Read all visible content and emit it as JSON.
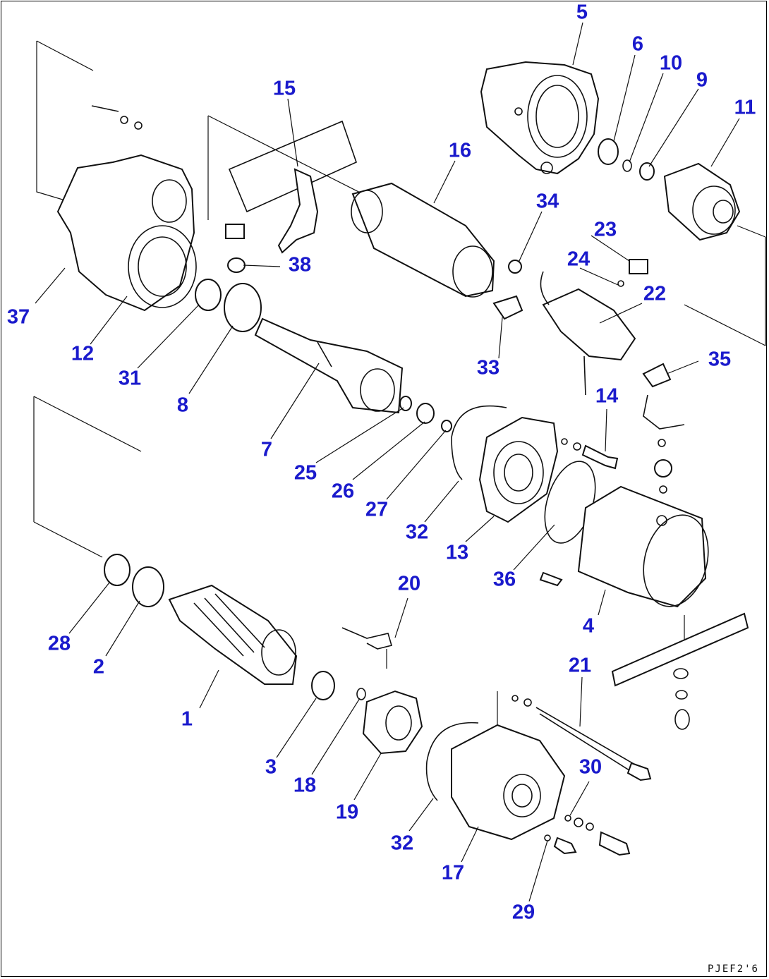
{
  "diagram": {
    "kind": "exploded parts diagram",
    "drawing_code": "PJEF2'6",
    "callout_color": "#1a1acc",
    "line_color": "#111111",
    "callouts": [
      {
        "id": "1",
        "label": "1"
      },
      {
        "id": "2",
        "label": "2"
      },
      {
        "id": "3",
        "label": "3"
      },
      {
        "id": "4",
        "label": "4"
      },
      {
        "id": "5",
        "label": "5"
      },
      {
        "id": "6",
        "label": "6"
      },
      {
        "id": "7",
        "label": "7"
      },
      {
        "id": "8",
        "label": "8"
      },
      {
        "id": "9",
        "label": "9"
      },
      {
        "id": "10",
        "label": "10"
      },
      {
        "id": "11",
        "label": "11"
      },
      {
        "id": "12",
        "label": "12"
      },
      {
        "id": "13",
        "label": "13"
      },
      {
        "id": "14",
        "label": "14"
      },
      {
        "id": "15",
        "label": "15"
      },
      {
        "id": "16",
        "label": "16"
      },
      {
        "id": "17",
        "label": "17"
      },
      {
        "id": "18",
        "label": "18"
      },
      {
        "id": "19",
        "label": "19"
      },
      {
        "id": "20",
        "label": "20"
      },
      {
        "id": "21",
        "label": "21"
      },
      {
        "id": "22",
        "label": "22"
      },
      {
        "id": "23",
        "label": "23"
      },
      {
        "id": "24",
        "label": "24"
      },
      {
        "id": "25",
        "label": "25"
      },
      {
        "id": "26",
        "label": "26"
      },
      {
        "id": "27",
        "label": "27"
      },
      {
        "id": "28",
        "label": "28"
      },
      {
        "id": "29",
        "label": "29"
      },
      {
        "id": "30",
        "label": "30"
      },
      {
        "id": "31",
        "label": "31"
      },
      {
        "id": "32a",
        "label": "32"
      },
      {
        "id": "32b",
        "label": "32"
      },
      {
        "id": "33",
        "label": "33"
      },
      {
        "id": "34",
        "label": "34"
      },
      {
        "id": "35",
        "label": "35"
      },
      {
        "id": "36",
        "label": "36"
      },
      {
        "id": "37",
        "label": "37"
      },
      {
        "id": "38",
        "label": "38"
      }
    ]
  }
}
